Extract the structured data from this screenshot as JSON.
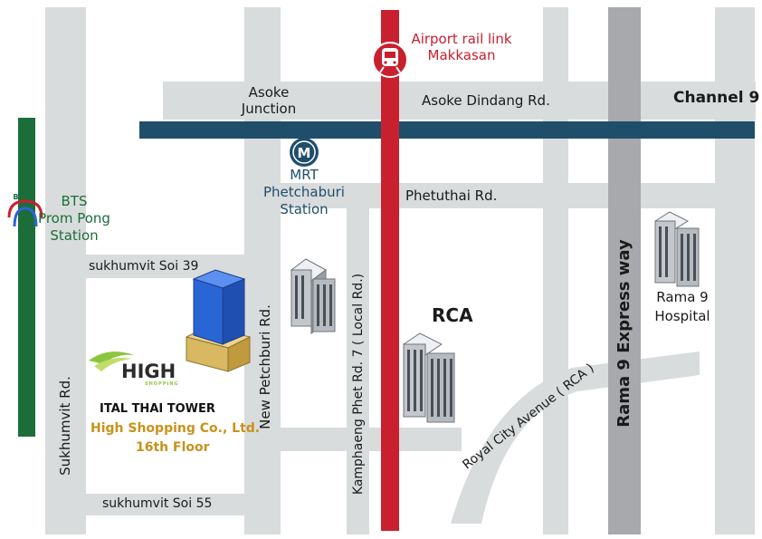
{
  "colors": {
    "road": "#d9dcdc",
    "expressway": "#a7a9ac",
    "airport_rail": "#c8202f",
    "mrt_line": "#1f4e6b",
    "bts_line": "#1b6e3a",
    "bts_text": "#1b6e3a",
    "mrt_text": "#1f4e6b",
    "airport_text": "#c8202f",
    "tower_blue": "#2a65d6",
    "tower_base": "#d8b860",
    "logo_green": "#8cc63f",
    "company_text": "#c8921a"
  },
  "stations": {
    "airport": {
      "line1": "Airport rail link",
      "line2": "Makkasan",
      "icon": "train-icon"
    },
    "mrt": {
      "badge": "M",
      "line1": "MRT",
      "line2": "Phetchaburi",
      "line3": "Station",
      "icon": "mrt-icon"
    },
    "bts": {
      "badge": "BTS",
      "line1": "BTS",
      "line2": "Prom Pong",
      "line3": "Station",
      "icon": "bts-icon"
    }
  },
  "roads": {
    "asoke_junction": [
      "Asoke",
      "Junction"
    ],
    "asoke_dindang": "Asoke Dindang Rd.",
    "channel9": "Channel 9",
    "phetuthai": "Phetuthai Rd.",
    "soi39": "sukhumvit Soi 39",
    "soi55": "sukhumvit Soi 55",
    "sukhumvit": "Sukhumvit Rd.",
    "new_petchburi": "New Petchburi Rd.",
    "kamphaeng_phet": "Kamphaeng Phet Rd. 7 ( Local Rd.)",
    "royal_city": "Royal  City Avenue ( RCA )",
    "rama9_express": "Rama 9 Express way"
  },
  "landmarks": {
    "rca": "RCA",
    "rama9_hospital": [
      "Rama 9",
      "Hospital"
    ]
  },
  "company": {
    "logo_text": "HIGH",
    "logo_sub": "SHOPPING",
    "tower": "ITAL THAI TOWER",
    "name": "High Shopping Co., Ltd.",
    "floor": "16th Floor"
  }
}
